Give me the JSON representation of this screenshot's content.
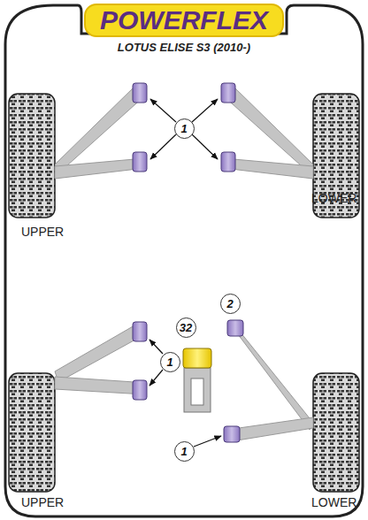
{
  "diagram": {
    "title": "LOTUS ELISE S3 (2010-)",
    "nodes": [
      {
        "text": [
          "POWERFLEX"
        ]
      },
      {
        "text": [
          "1"
        ]
      },
      {
        "text": [
          "2"
        ]
      },
      {
        "text": [
          "32"
        ]
      },
      {
        "text": [
          "1"
        ]
      },
      {
        "text": [
          "1"
        ]
      }
    ],
    "labels": [
      "UPPER",
      "LOWER",
      "UPPER",
      "LOWER"
    ]
  }
}
